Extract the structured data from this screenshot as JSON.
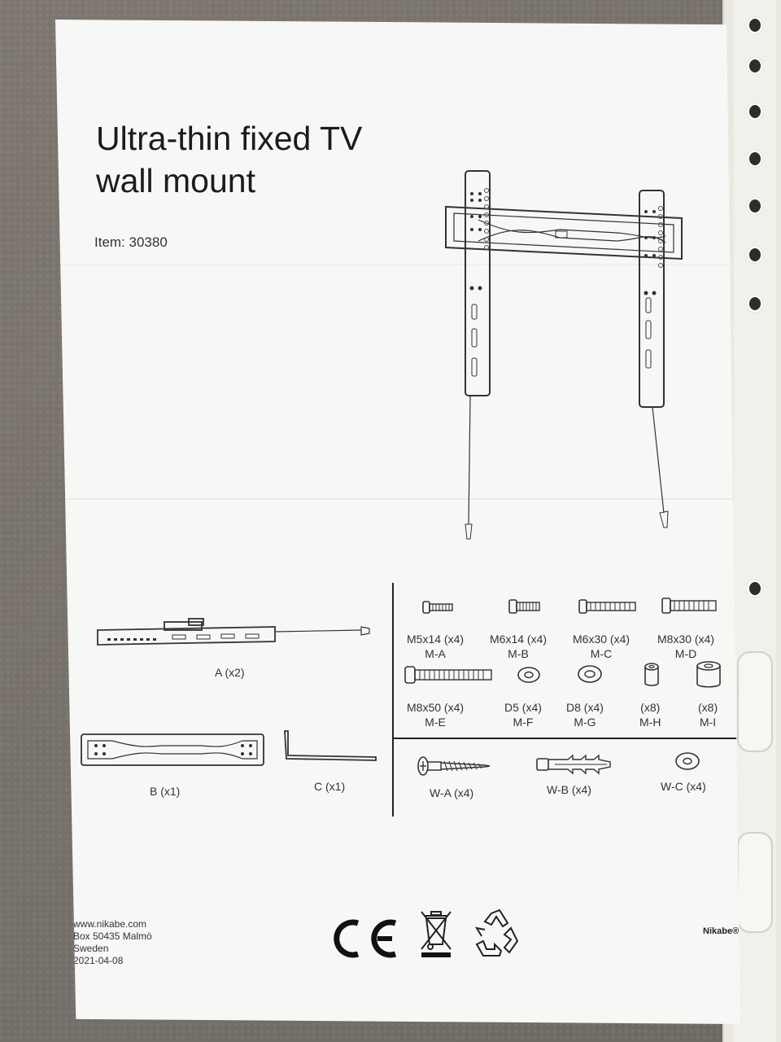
{
  "document": {
    "title_line1": "Ultra-thin fixed TV",
    "title_line2": "wall mount",
    "item": "Item: 30380"
  },
  "components": [
    {
      "label": "A (x2)"
    },
    {
      "label": "B (x1)"
    },
    {
      "label": "C (x1)"
    }
  ],
  "screws_row1": [
    {
      "size": "M5x14 (x4)",
      "code": "M-A"
    },
    {
      "size": "M6x14 (x4)",
      "code": "M-B"
    },
    {
      "size": "M6x30 (x4)",
      "code": "M-C"
    },
    {
      "size": "M8x30 (x4)",
      "code": "M-D"
    }
  ],
  "screws_row2": [
    {
      "size": "M8x50 (x4)",
      "code": "M-E"
    },
    {
      "size": "D5 (x4)",
      "code": "M-F"
    },
    {
      "size": "D8 (x4)",
      "code": "M-G"
    },
    {
      "size": "(x8)",
      "code": "M-H"
    },
    {
      "size": "(x8)",
      "code": "M-I"
    }
  ],
  "wall_parts": [
    {
      "label": "W-A (x4)"
    },
    {
      "label": "W-B (x4)"
    },
    {
      "label": "W-C (x4)"
    }
  ],
  "footer": {
    "website": "www.nikabe.com",
    "address": "Box 50435 Malmö",
    "country": "Sweden",
    "date": "2021-04-08"
  },
  "marks": {
    "ce": "CE",
    "brand": "Nikabe®"
  },
  "icons": [
    "ce-mark-icon",
    "weee-bin-icon",
    "recycle-icon"
  ]
}
